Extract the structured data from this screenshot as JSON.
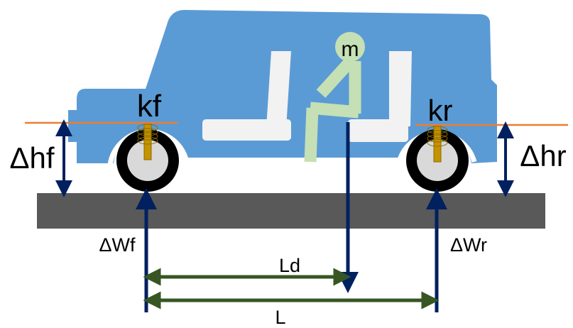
{
  "labels": {
    "front_spring": "kf",
    "rear_spring": "kr",
    "mass": "m",
    "front_height_change": "Δhf",
    "rear_height_change": "Δhr",
    "front_load_change": "ΔWf",
    "rear_load_change": "ΔWr",
    "distance_to_mass": "Ld",
    "wheelbase": "L"
  },
  "colors": {
    "body": "#5B9BD5",
    "ground": "#595959",
    "reference_line": "#ED7D31",
    "force_arrow": "#002060",
    "dimension_arrow": "#375623",
    "occupant": "#C5E0B4",
    "seat": "#F2F2F2",
    "spring": "#C59300"
  }
}
